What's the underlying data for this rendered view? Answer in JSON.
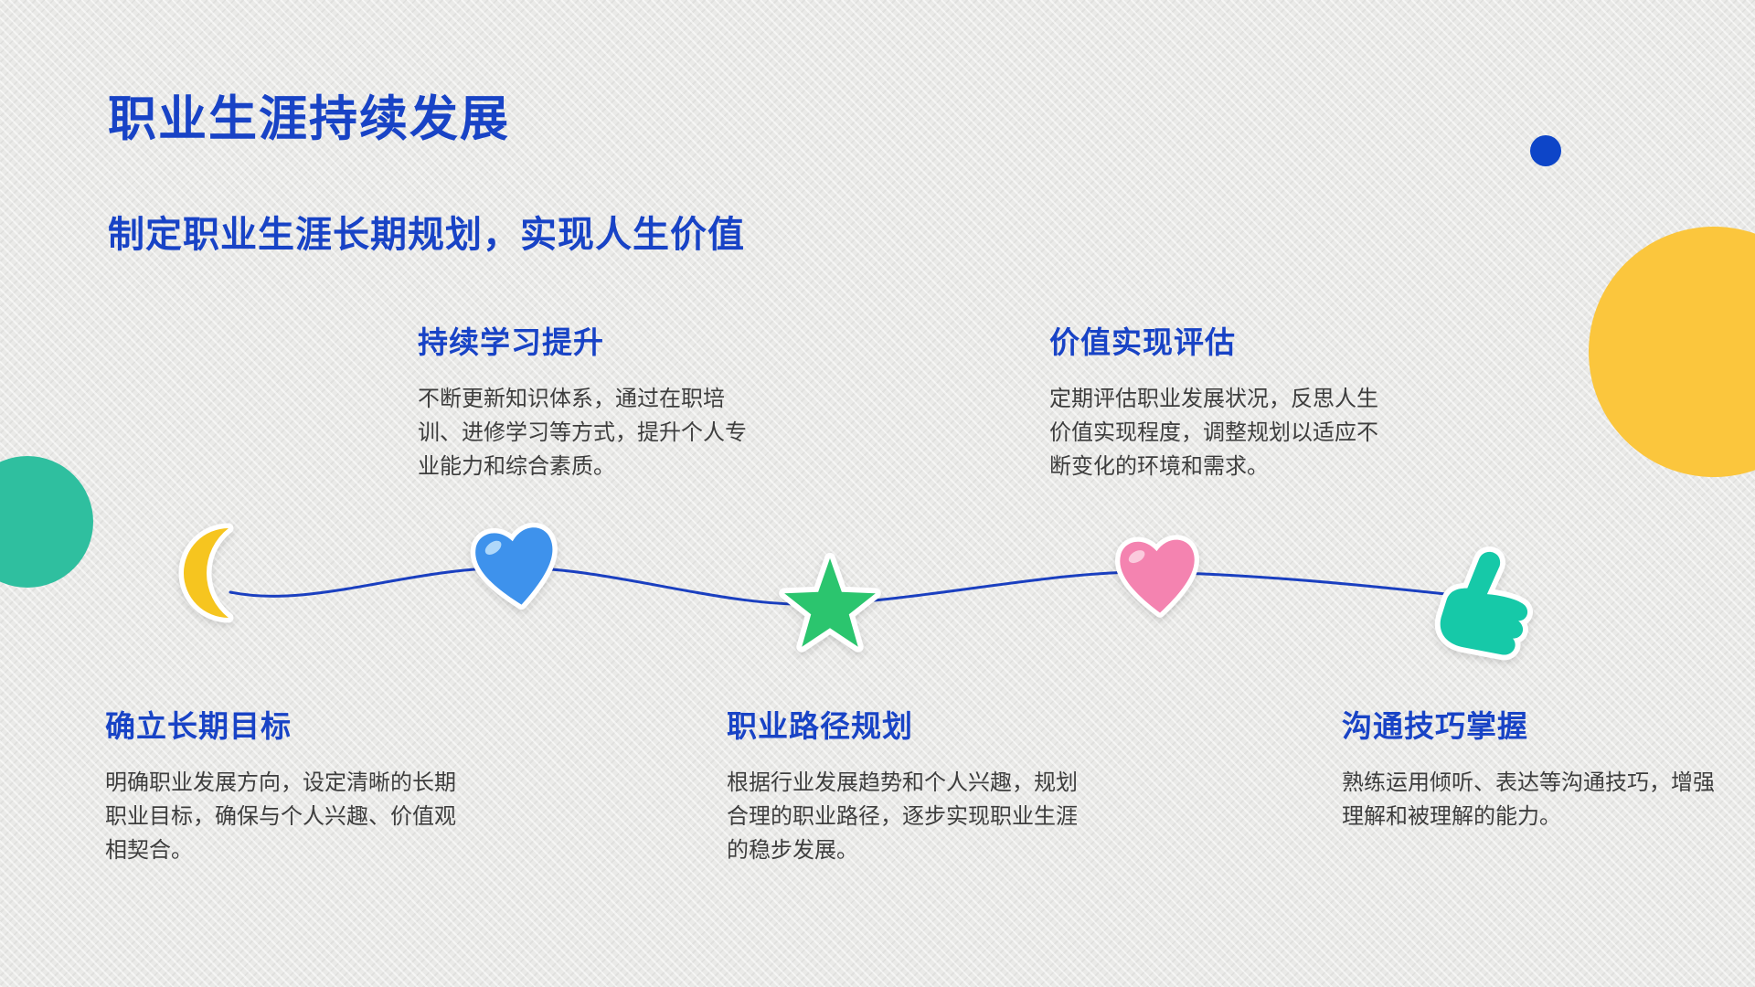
{
  "slide": {
    "title": "职业生涯持续发展",
    "subtitle": "制定职业生涯长期规划，实现人生价值"
  },
  "sections": {
    "top": [
      {
        "heading": "持续学习提升",
        "body": "不断更新知识体系，通过在职培训、进修学习等方式，提升个人专业能力和综合素质。"
      },
      {
        "heading": "价值实现评估",
        "body": "定期评估职业发展状况，反思人生价值实现程度，调整规划以适应不断变化的环境和需求。"
      }
    ],
    "bottom": [
      {
        "heading": "确立长期目标",
        "body": "明确职业发展方向，设定清晰的长期职业目标，确保与个人兴趣、价值观相契合。"
      },
      {
        "heading": "职业路径规划",
        "body": "根据行业发展趋势和个人兴趣，规划合理的职业路径，逐步实现职业生涯的稳步发展。"
      },
      {
        "heading": "沟通技巧掌握",
        "body": "熟练运用倾听、表达等沟通技巧，增强理解和被理解的能力。"
      }
    ]
  },
  "timeline": {
    "icons": [
      "moon-icon",
      "heart-blue-icon",
      "star-icon",
      "heart-pink-icon",
      "thumbs-up-icon"
    ]
  },
  "colors": {
    "accent": "#1843C6",
    "text": "#3D3D3D",
    "line": "#1A3FC0",
    "bg": "#EAEAE8",
    "moon_yellow": "#F6C51F",
    "heart_blue": "#3E92EC",
    "star_green": "#2BC56E",
    "heart_pink": "#F483B0",
    "thumb_teal": "#16C9A8",
    "circle_blue": "#0D45C8",
    "circle_yellow": "#FBC63D",
    "circle_teal": "#2FBF9F"
  }
}
